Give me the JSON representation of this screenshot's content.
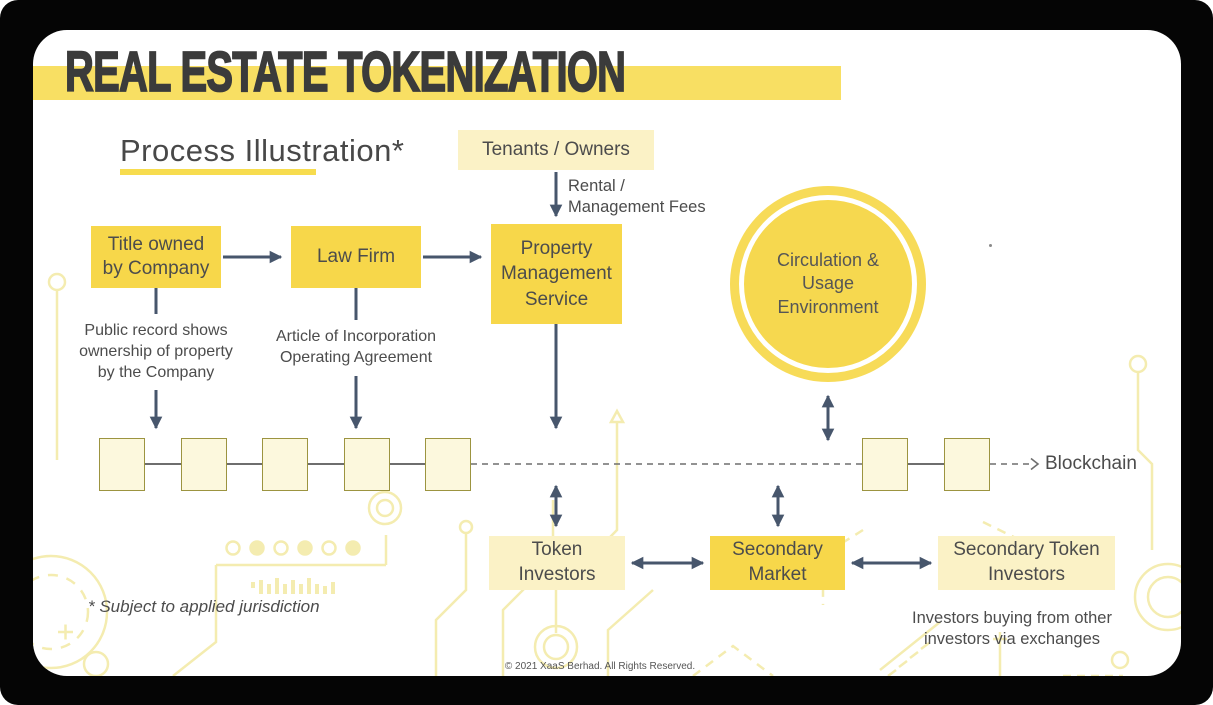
{
  "title": "REAL ESTATE TOKENIZATION",
  "subtitle": "Process Illustration*",
  "nodes": {
    "tenants": "Tenants / Owners",
    "title_owned": "Title owned\nby Company",
    "law_firm": "Law Firm",
    "property_management": "Property\nManagement\nService",
    "circulation": "Circulation &\nUsage\nEnvironment",
    "token_investors": "Token\nInvestors",
    "secondary_market": "Secondary\nMarket",
    "secondary_token_investors": "Secondary Token\nInvestors"
  },
  "labels": {
    "rental_fees": "Rental /\nManagement Fees",
    "public_record": "Public record shows\nownership of property\nby the Company",
    "article": "Article of Incorporation\nOperating Agreement",
    "blockchain": "Blockchain",
    "investors_note": "Investors buying from other\ninvestors via exchanges",
    "jurisdiction_note": "* Subject to applied jurisdiction",
    "footer": "© 2021 XaaS Berhad. All Rights Reserved."
  },
  "colors": {
    "bright_yellow": "#F7D74A",
    "pale_yellow": "#FBF2C6",
    "bar_yellow": "#F8DF63",
    "arrow": "#47566C",
    "text": "#4C4C4C",
    "pattern": "#F4ECB0"
  }
}
